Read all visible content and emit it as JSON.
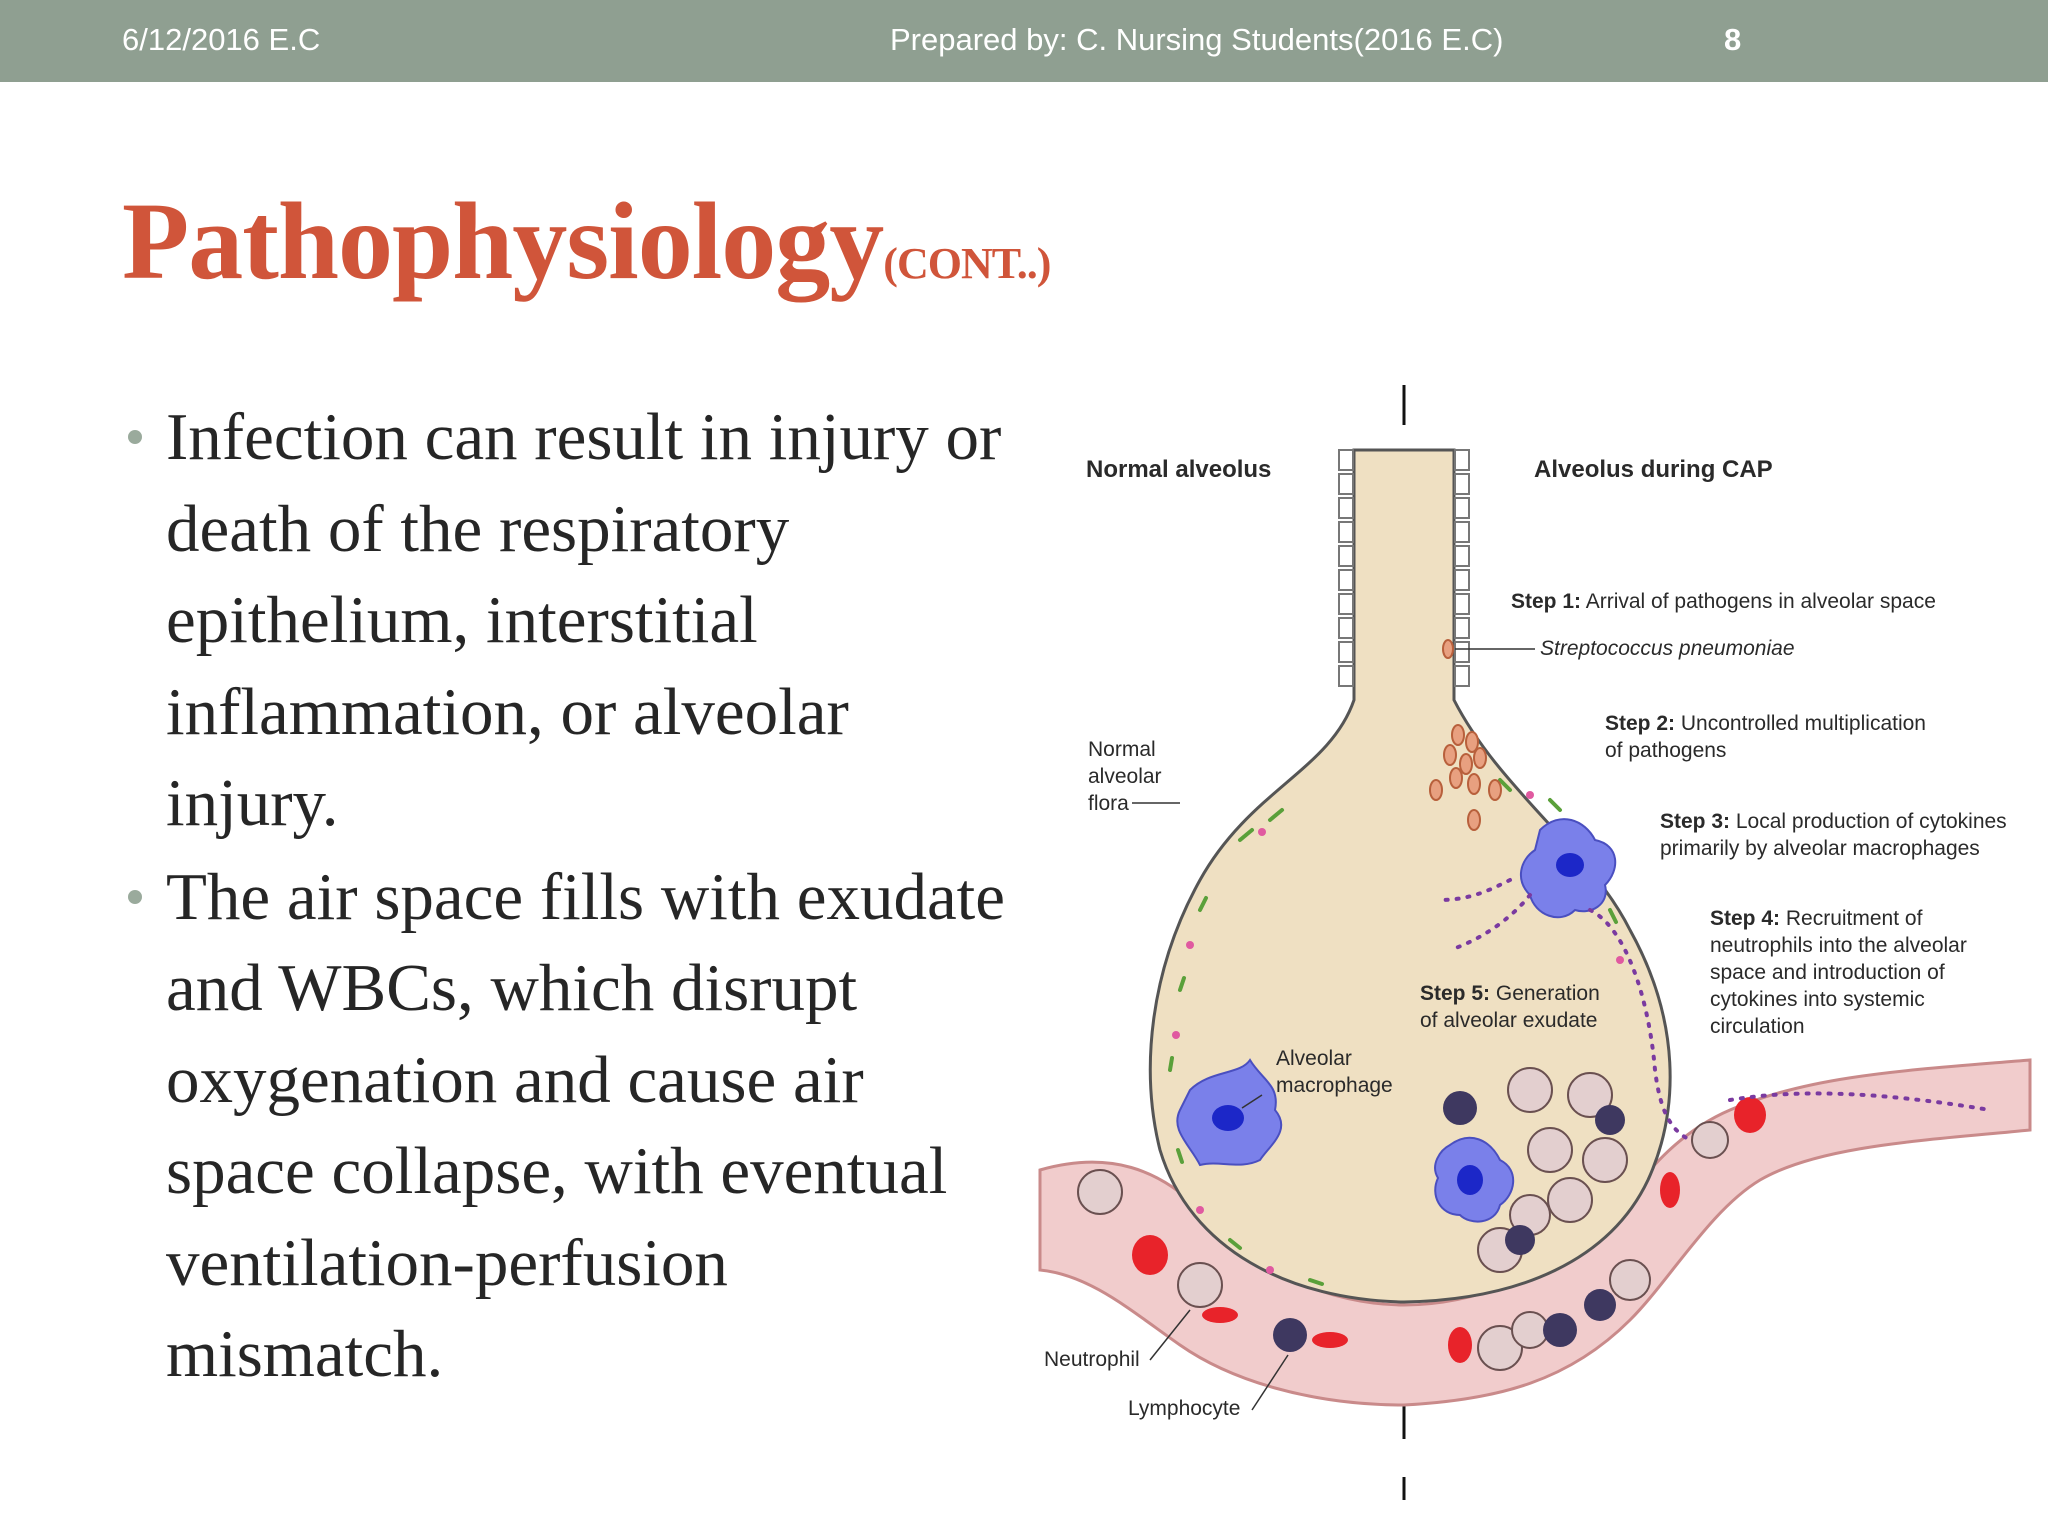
{
  "header": {
    "date": "6/12/2016 E.C",
    "prepared_by": "Prepared by: C. Nursing Students(2016 E.C)",
    "page_number": "8"
  },
  "title": {
    "main": "Pathophysiology",
    "suffix": "(CONT..)"
  },
  "bullets": [
    "Infection can result in injury or death of the respiratory epithelium, interstitial inflammation, or alveolar injury.",
    "The air space fills with exudate and WBCs, which disrupt oxygenation and cause air space collapse, with eventual ventilation-perfusion mismatch."
  ],
  "figure": {
    "left_heading": "Normal alveolus",
    "right_heading": "Alveolus during CAP",
    "step1_tag": "Step 1:",
    "step1_text": "Arrival of pathogens in alveolar space",
    "strep": "Streptococcus pneumoniae",
    "step2_tag": "Step 2:",
    "step2_text": "Uncontrolled multiplication\n of pathogens",
    "step3_tag": "Step 3:",
    "step3_text": "Local production of cytokines\n primarily by alveolar macrophages",
    "step4_tag": "Step 4:",
    "step4_text": "Recruitment of\nneutrophils into the alveolar\nspace and introduction of\ncytokines into systemic\ncirculation",
    "step5_tag": "Step 5:",
    "step5_text": "Generation\nof alveolar exudate",
    "normal_flora": "Normal\nalveolar\nflora",
    "alveolar_macrophage": "Alveolar\nmacrophage",
    "neutrophil": "Neutrophil",
    "lymphocyte": "Lymphocyte",
    "colors": {
      "header_bar": "#8f9f91",
      "title": "#d0553a",
      "alveolus_fill": "#efe0c2",
      "vessel": "#f1cccc",
      "macrophage": "#6f74e8",
      "rbc": "#e8232a"
    }
  }
}
